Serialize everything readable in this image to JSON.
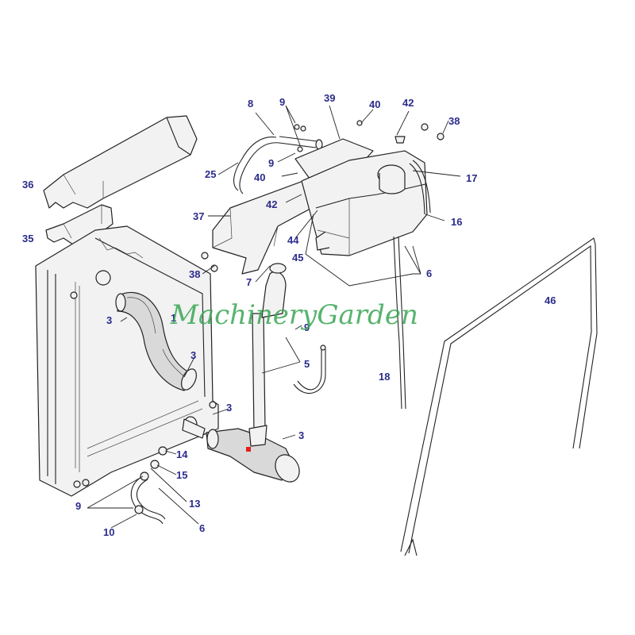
{
  "watermark": "MachineryGarden",
  "accent_marker_color": "#e02020",
  "callouts": {
    "c1": "1",
    "c3a": "3",
    "c3b": "3",
    "c3c": "3",
    "c3d": "3",
    "c5": "5",
    "c6a": "6",
    "c6b": "6",
    "c7": "7",
    "c8": "8",
    "c9a": "9",
    "c9b": "9",
    "c9c": "9",
    "c9d": "9",
    "c10": "10",
    "c13": "13",
    "c14": "14",
    "c15": "15",
    "c16": "16",
    "c17": "17",
    "c18": "18",
    "c25": "25",
    "c35": "35",
    "c36": "36",
    "c37": "37",
    "c38a": "38",
    "c38b": "38",
    "c39": "39",
    "c40a": "40",
    "c40b": "40",
    "c42a": "42",
    "c42b": "42",
    "c44": "44",
    "c45": "45",
    "c46": "46"
  }
}
